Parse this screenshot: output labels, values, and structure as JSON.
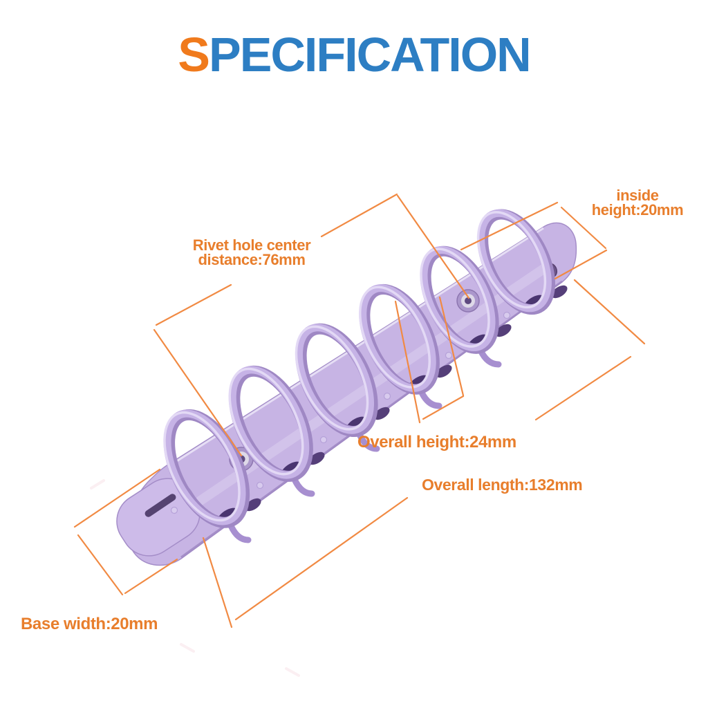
{
  "title": {
    "first_letter": "S",
    "rest": "PECIFICATION"
  },
  "labels": {
    "rivet_line1": "Rivet hole center",
    "rivet_line2": "distance:76mm",
    "inside_line1": "inside",
    "inside_line2": "height:20mm",
    "overall_height": "Overall height:24mm",
    "overall_length": "Overall length:132mm",
    "base_width": "Base width:20mm"
  },
  "dimensions": {
    "rivet_hole_center_distance": "76mm",
    "inside_height": "20mm",
    "overall_height": "24mm",
    "overall_length": "132mm",
    "base_width": "20mm"
  },
  "product": {
    "type": "6-ring binder spine clip",
    "ring_count": 6
  },
  "colors": {
    "title_blue": "#2D7EC3",
    "title_orange": "#F07A1C",
    "label_orange": "#E87E2C",
    "line_orange": "#F18A43",
    "product_purple": "#C7B4E4",
    "product_purple_dark": "#9F88C4",
    "slot_purple": "#4A3570",
    "background": "#FFFFFF"
  }
}
